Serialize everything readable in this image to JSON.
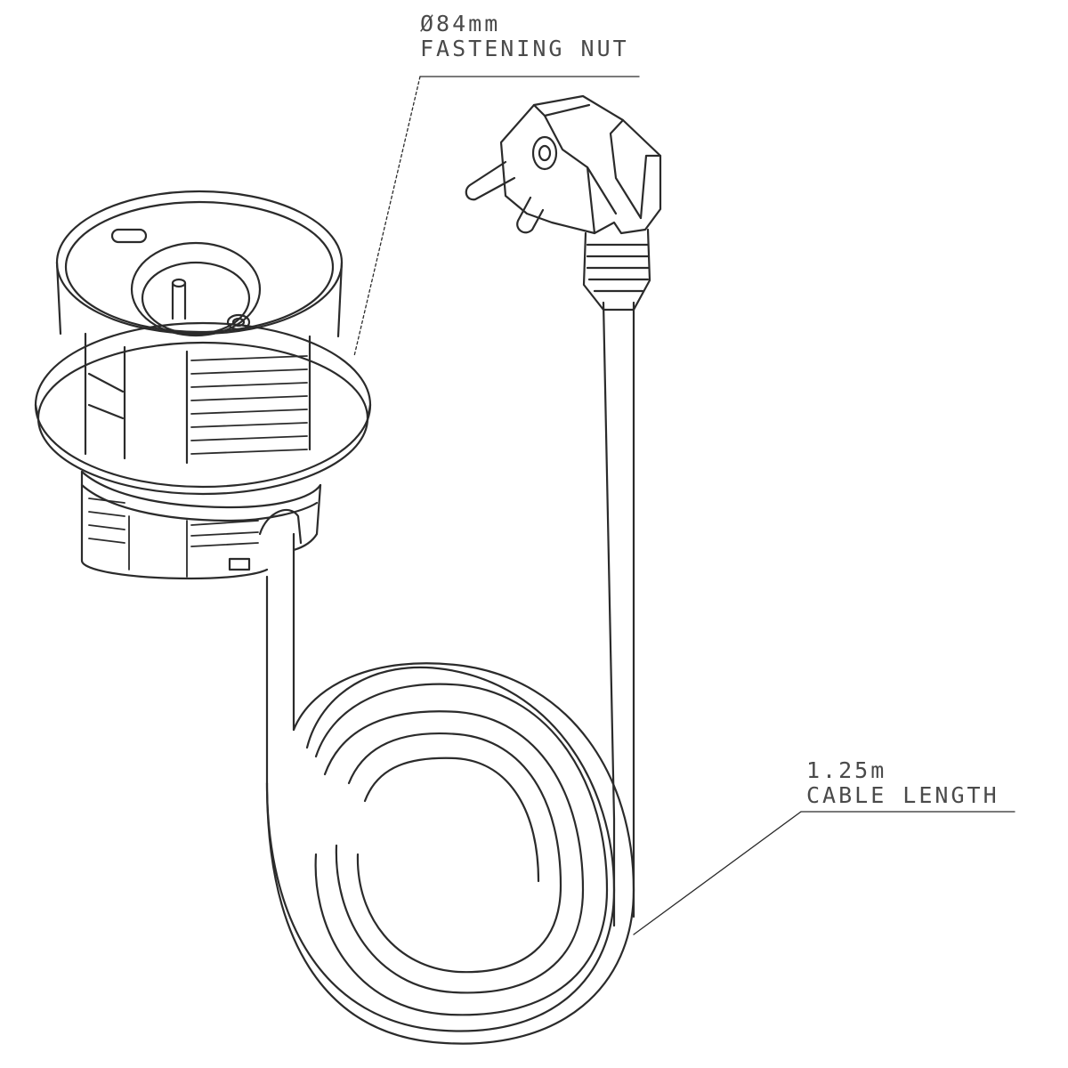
{
  "callouts": {
    "nut": {
      "size": "Ø84mm",
      "name": "FASTENING NUT"
    },
    "cable": {
      "size": "1.25m",
      "name": "CABLE LENGTH"
    }
  },
  "colors": {
    "line": "#2b2b2b",
    "text": "#4a4a4a",
    "background": "#ffffff"
  }
}
